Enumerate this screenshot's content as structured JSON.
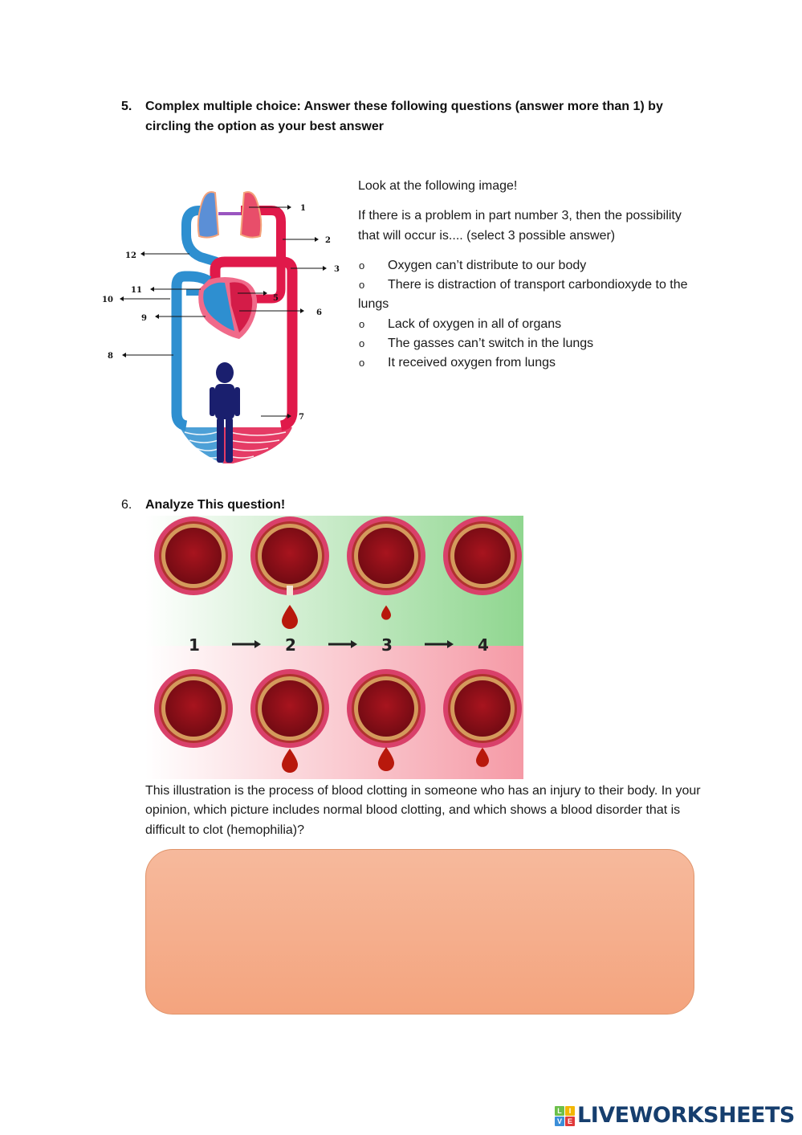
{
  "question5": {
    "number": "5.",
    "heading": "Complex multiple choice: Answer these following questions (answer more than 1) by circling the option as your best answer",
    "diagram": {
      "title": "Human circulatory system",
      "labels": [
        "1",
        "2",
        "3",
        "5",
        "6",
        "7",
        "8",
        "9",
        "10",
        "11",
        "12"
      ]
    },
    "intro": "Look at the following image!",
    "prompt": "If there is a problem in part number 3, then the possibility that will occur is.... (select 3 possible answer)",
    "bullet": "o",
    "options": [
      "Oxygen can’t distribute to our body",
      "There is distraction of transport carbondioxyde to the lungs",
      "Lack of oxygen in all of organs",
      "The gasses can’t switch in the lungs",
      "It received oxygen from lungs"
    ]
  },
  "question6": {
    "number": "6.",
    "heading": "Analyze This question!",
    "illustration": {
      "title": "Blood clotting stages",
      "stages": [
        "1",
        "2",
        "3",
        "4"
      ],
      "rows": [
        "normal (green background)",
        "hemophilia (red background)"
      ]
    },
    "text": "This illustration is the process of blood clotting in someone who has an injury to their body. In your opinion, which picture includes normal blood clotting, and which shows a blood disorder that is difficult to clot (hemophilia)?",
    "answer_value": "",
    "answer_placeholder": ""
  },
  "footer": {
    "logo_tiles": [
      "L",
      "I",
      "V",
      "E"
    ],
    "logo_tile_colors": [
      "#6cc04a",
      "#f2b705",
      "#3b8ed8",
      "#e03a3a"
    ],
    "logo_text": "LIVEWORKSHEETS",
    "brand_color": "#163e6e"
  },
  "colors": {
    "artery": "#e0194a",
    "vein": "#2e8fd0",
    "answer_box_top": "#f6b99c",
    "answer_box_bottom": "#f4a47e"
  }
}
